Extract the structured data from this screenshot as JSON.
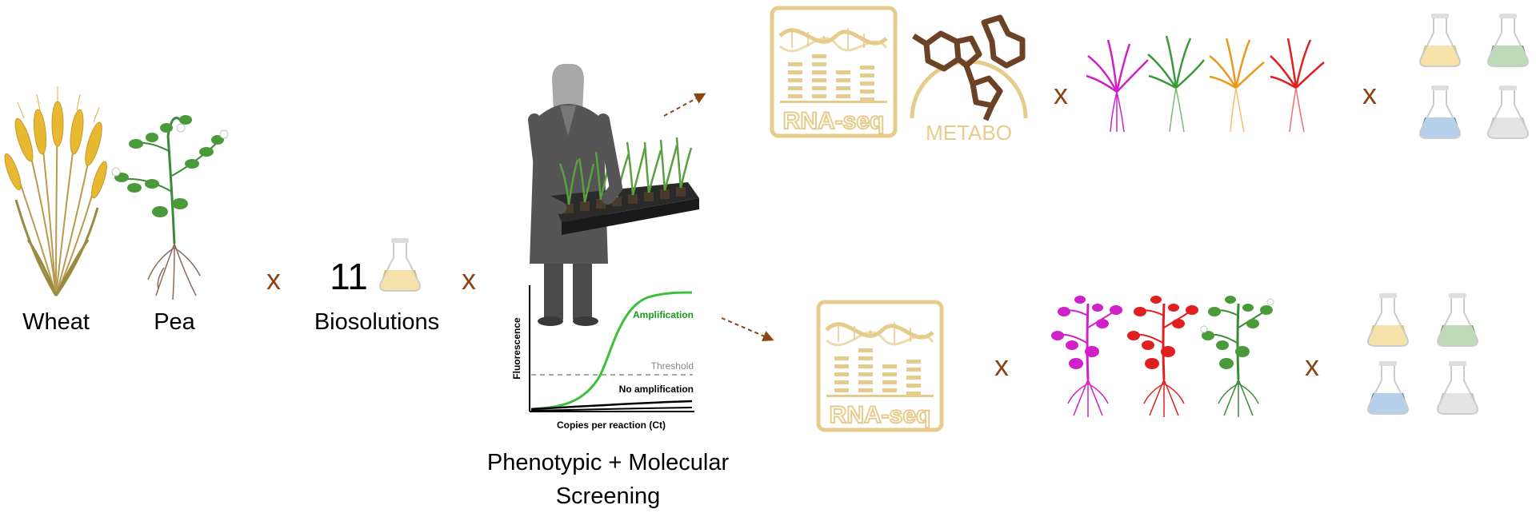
{
  "labels": {
    "wheat": "Wheat",
    "pea": "Pea",
    "count": "11",
    "biosolutions": "Biosolutions",
    "screening_line1": "Phenotypic + Molecular",
    "screening_line2": "Screening",
    "metabo": "METABO",
    "rnaseq": "RNA-seq",
    "times": "x"
  },
  "qpcr_plot": {
    "xlabel": "Copies per reaction (Ct)",
    "ylabel": "Fluorescence",
    "amplification": "Amplification",
    "threshold": "Threshold",
    "no_amplification": "No amplification"
  },
  "colors": {
    "accent_gold": "#e6cc8c",
    "times_brown": "#8b4513",
    "metabo_brown": "#6b4226",
    "wheat_gold": "#e8b830",
    "pea_green": "#4a9a3a",
    "amplification_green": "#3cc03c",
    "plant_magenta": "#d020c8",
    "plant_red": "#e02020",
    "plant_green": "#3a9a3a",
    "plant_orange": "#e89a20"
  }
}
